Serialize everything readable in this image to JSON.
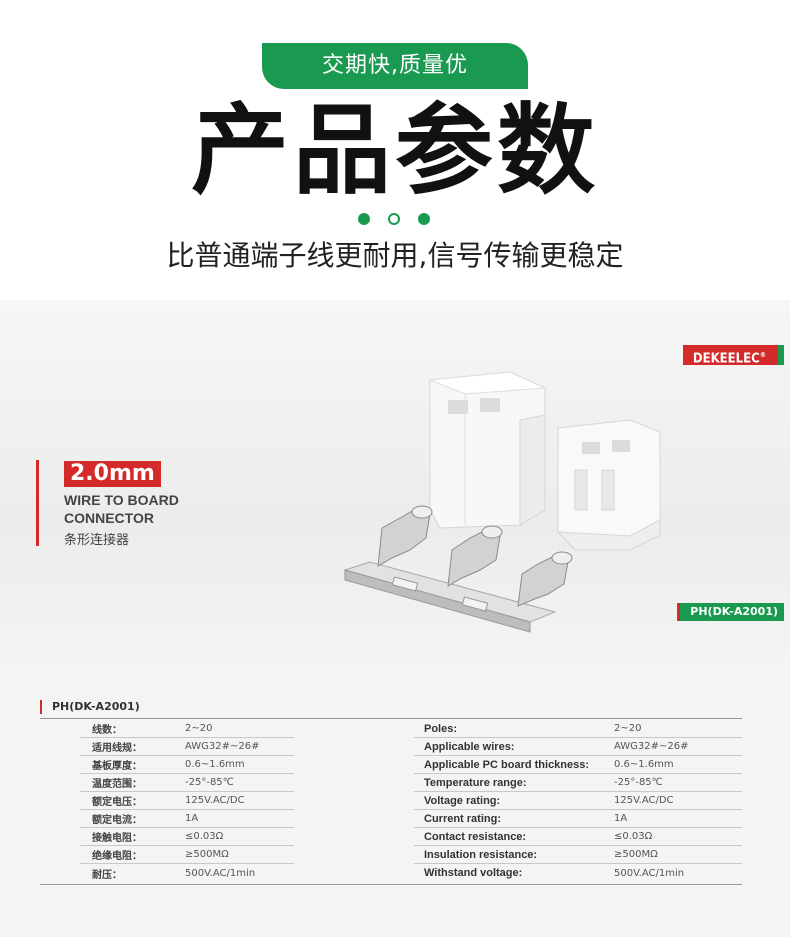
{
  "header": {
    "badge": "交期快,质量优",
    "title": "产品参数",
    "subtitle": "比普通端子线更耐用,信号传输更稳定"
  },
  "showcase": {
    "brand": "DEKEELEC",
    "brand_mark": "®",
    "size": "2.0mm",
    "desc_en_1": "WIRE TO BOARD",
    "desc_en_2": "CONNECTOR",
    "desc_cn": "条形连接器",
    "model": "PH(DK-A2001)"
  },
  "spec": {
    "heading": "PH(DK-A2001)",
    "left": [
      {
        "k": "线数：",
        "v": "2~20"
      },
      {
        "k": "适用线规：",
        "v": "AWG32#~26#"
      },
      {
        "k": "基板厚度：",
        "v": "0.6~1.6mm"
      },
      {
        "k": "温度范围：",
        "v": "-25°-85℃"
      },
      {
        "k": "额定电压：",
        "v": "125V.AC/DC"
      },
      {
        "k": "额定电流：",
        "v": "1A"
      },
      {
        "k": "接触电阻：",
        "v": "≤0.03Ω"
      },
      {
        "k": "绝缘电阻：",
        "v": "≥500MΩ"
      },
      {
        "k": "耐压：",
        "v": "500V.AC/1min"
      }
    ],
    "right": [
      {
        "k": "Poles:",
        "v": "2~20"
      },
      {
        "k": "Applicable wires:",
        "v": "AWG32#~26#"
      },
      {
        "k": "Applicable PC board thickness:",
        "v": "0.6~1.6mm"
      },
      {
        "k": "Temperature range:",
        "v": "-25°-85℃"
      },
      {
        "k": "Voltage rating:",
        "v": "125V.AC/DC"
      },
      {
        "k": "Current rating:",
        "v": "1A"
      },
      {
        "k": "Contact resistance:",
        "v": "≤0.03Ω"
      },
      {
        "k": "Insulation resistance:",
        "v": "≥500MΩ"
      },
      {
        "k": "Withstand voltage:",
        "v": "500V.AC/1min"
      }
    ]
  }
}
